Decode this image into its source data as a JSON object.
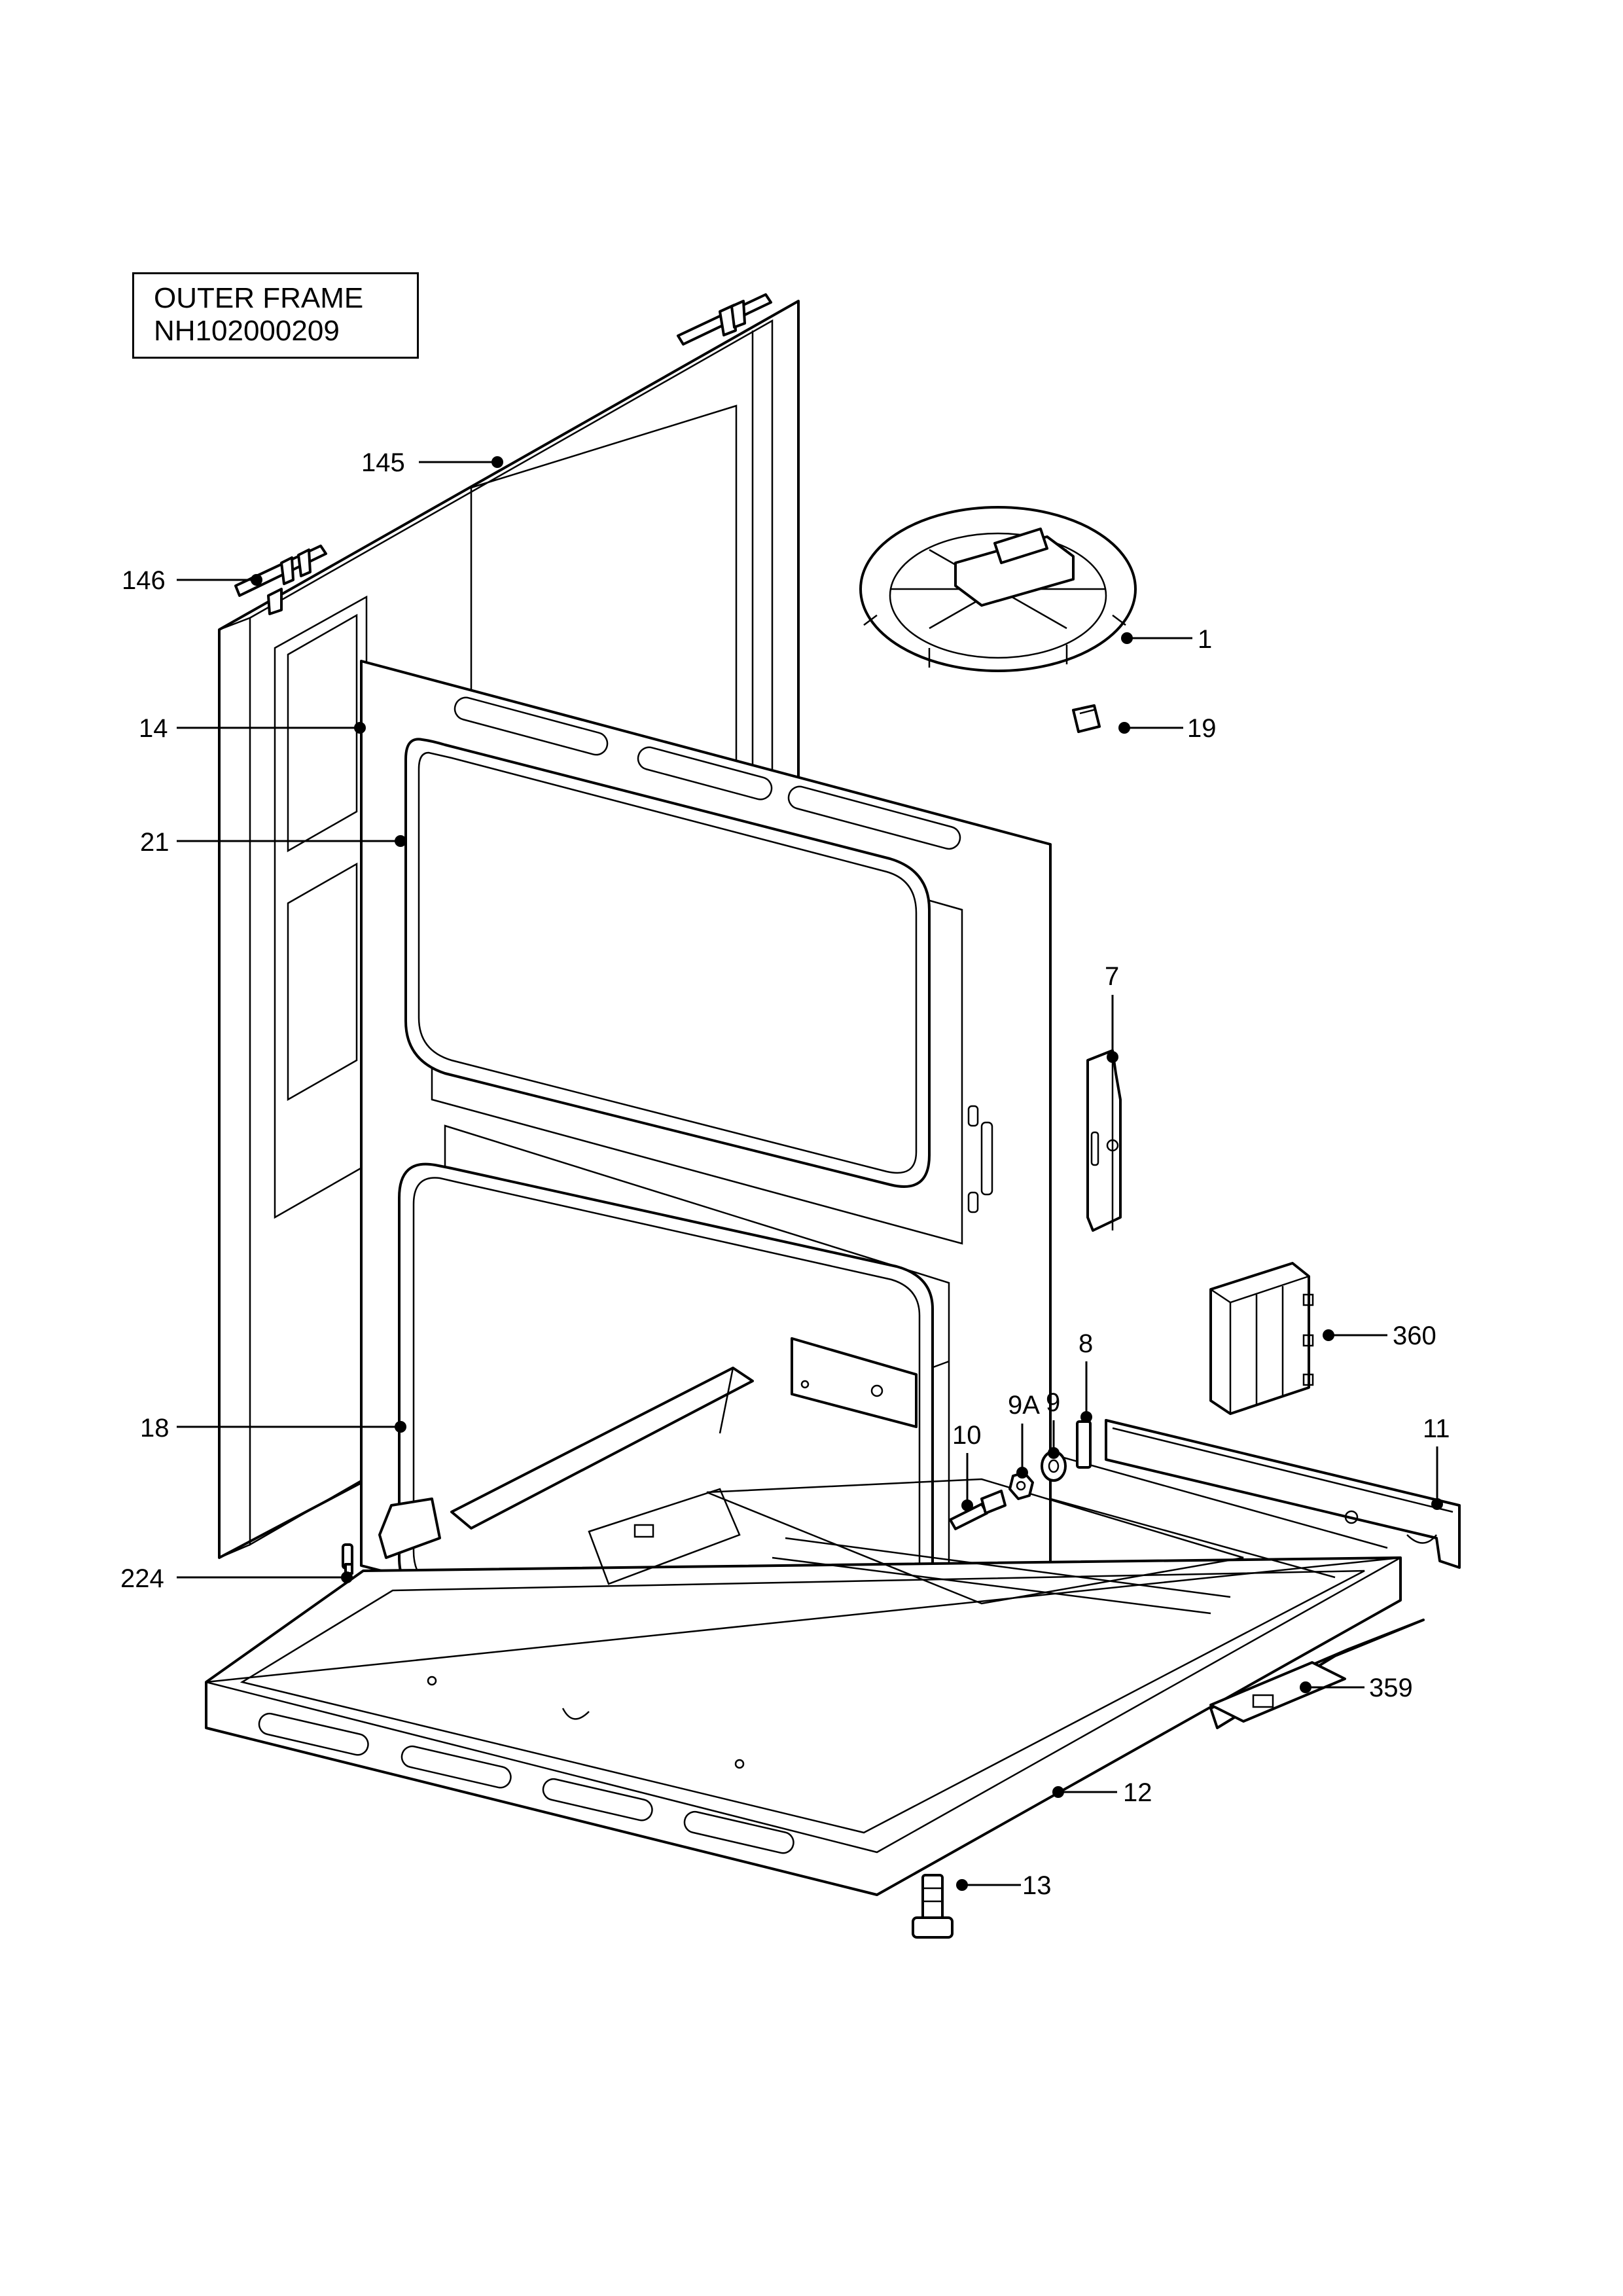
{
  "title": {
    "line1": "OUTER FRAME",
    "line2": "NH102000209"
  },
  "callouts": [
    {
      "id": "c145",
      "label": "145"
    },
    {
      "id": "c146",
      "label": "146"
    },
    {
      "id": "c14",
      "label": "14"
    },
    {
      "id": "c21",
      "label": "21"
    },
    {
      "id": "c18",
      "label": "18"
    },
    {
      "id": "c224",
      "label": "224"
    },
    {
      "id": "c1",
      "label": "1"
    },
    {
      "id": "c19",
      "label": "19"
    },
    {
      "id": "c7",
      "label": "7"
    },
    {
      "id": "c360",
      "label": "360"
    },
    {
      "id": "c8",
      "label": "8"
    },
    {
      "id": "c9",
      "label": "9"
    },
    {
      "id": "c9a",
      "label": "9A"
    },
    {
      "id": "c10",
      "label": "10"
    },
    {
      "id": "c11",
      "label": "11"
    },
    {
      "id": "c359",
      "label": "359"
    },
    {
      "id": "c12",
      "label": "12"
    },
    {
      "id": "c13",
      "label": "13"
    }
  ]
}
